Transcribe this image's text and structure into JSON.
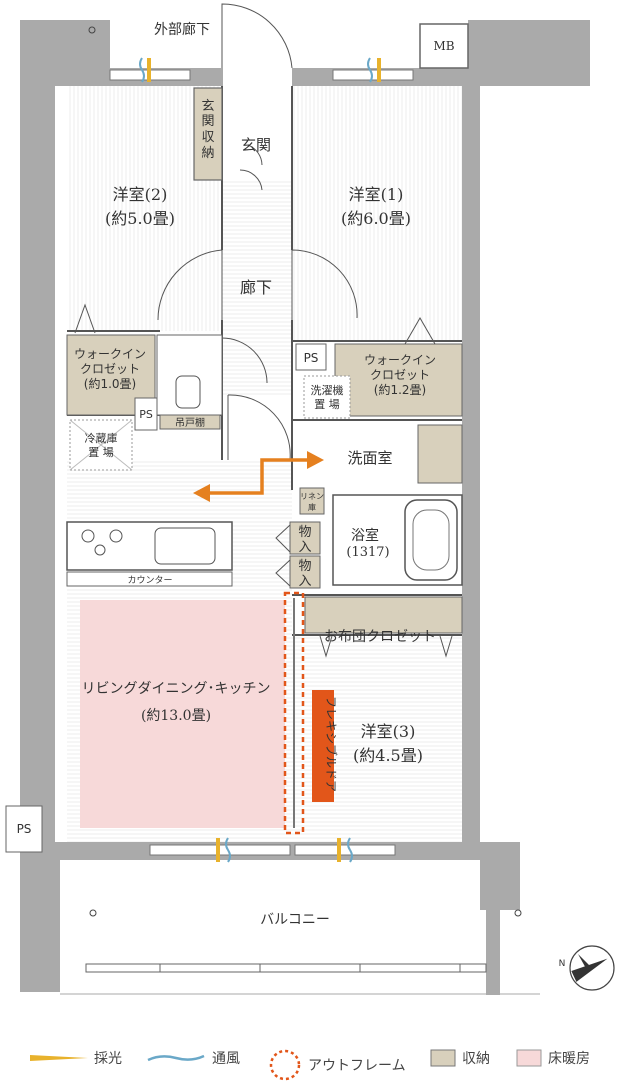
{
  "labels": {
    "outer_corridor": "外部廊下",
    "mb": "MB",
    "entrance_storage_1": "玄",
    "entrance_storage_2": "関",
    "entrance_storage_3": "収",
    "entrance_storage_4": "納",
    "entrance": "玄関",
    "western2_name": "洋室(2)",
    "western2_size": "(約5.0畳)",
    "western1_name": "洋室(1)",
    "western1_size": "(約6.0畳)",
    "hallway": "廊下",
    "wic_left_1": "ウォークイン",
    "wic_left_2": "クロゼット",
    "wic_left_3": "(約1.0畳)",
    "ps_inner": "PS",
    "ps_left": "PS",
    "ps_outer": "PS",
    "wic_right_1": "ウォークイン",
    "wic_right_2": "クロゼット",
    "wic_right_3": "(約1.2畳)",
    "washer_1": "洗濯機",
    "washer_2": "置 場",
    "fridge_1": "冷蔵庫",
    "fridge_2": "置 場",
    "hanging_shelf": "吊戸棚",
    "washroom": "洗面室",
    "linen_1": "リネン",
    "linen_2": "庫",
    "storage_a_1": "物",
    "storage_a_2": "入",
    "storage_b_1": "物",
    "storage_b_2": "入",
    "bathroom_name": "浴室",
    "bathroom_size": "(1317)",
    "counter": "カウンター",
    "futon_closet": "お布団クロゼット",
    "ldk_name": "リビングダイニング･キッチン",
    "ldk_size": "(約13.0畳)",
    "flexible_door": "フレキシブルドア",
    "western3_name": "洋室(3)",
    "western3_size": "(約4.5畳)",
    "balcony": "バルコニー"
  },
  "legend": {
    "light": "採光",
    "wind": "通風",
    "outframe": "アウトフレーム",
    "storage": "収納",
    "floor_heating": "床暖房"
  },
  "colors": {
    "wall": "#aaaaaa",
    "storage": "#d8d0bc",
    "floor_heating": "#f7d9d9",
    "flex_door": "#e2561a",
    "wind": "#6aa8c8",
    "light": "#e8b22c",
    "arrow": "#e5801f"
  }
}
